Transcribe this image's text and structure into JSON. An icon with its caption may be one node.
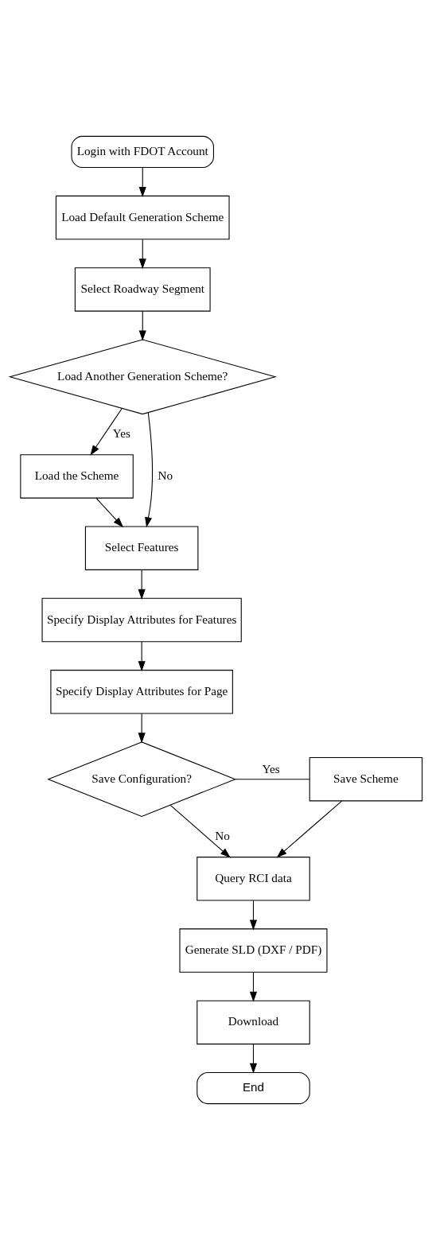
{
  "diagram": {
    "nodes": [
      {
        "text": [
          "Login with FDOT Account"
        ]
      },
      {
        "text": [
          "Load Default Generation Scheme"
        ]
      },
      {
        "text": [
          "Select Roadway Segment"
        ]
      },
      {
        "text": [
          "Load Another Generation Scheme?"
        ]
      },
      {
        "text": [
          "Load the Scheme"
        ]
      },
      {
        "text": [
          "Select Features"
        ]
      },
      {
        "text": [
          "Specify Display Attributes for Features"
        ]
      },
      {
        "text": [
          "Specify Display Attributes for Page"
        ]
      },
      {
        "text": [
          "Save Configuration?"
        ]
      },
      {
        "text": [
          "Save Scheme"
        ]
      },
      {
        "text": [
          "Query RCI data"
        ]
      },
      {
        "text": [
          "Generate SLD (DXF / PDF)"
        ]
      },
      {
        "text": [
          "Download"
        ]
      },
      {
        "text": [
          "End"
        ]
      }
    ],
    "edges": [
      {
        "from": 0,
        "to": 1,
        "arrow": "to"
      },
      {
        "from": 1,
        "to": 2,
        "arrow": "to"
      },
      {
        "from": 2,
        "to": 3,
        "arrow": "to"
      },
      {
        "from": 3,
        "to": 4,
        "arrow": "to",
        "label": "Yes"
      },
      {
        "from": 3,
        "to": 5,
        "arrow": "to",
        "label": "No"
      },
      {
        "from": 4,
        "to": 5,
        "arrow": "to"
      },
      {
        "from": 5,
        "to": 6,
        "arrow": "to"
      },
      {
        "from": 6,
        "to": 7,
        "arrow": "to"
      },
      {
        "from": 7,
        "to": 8,
        "arrow": "to"
      },
      {
        "from": 8,
        "to": 9,
        "arrow": "none",
        "label": "Yes"
      },
      {
        "from": 8,
        "to": 10,
        "arrow": "to",
        "label": "No"
      },
      {
        "from": 9,
        "to": 10,
        "arrow": "to"
      },
      {
        "from": 10,
        "to": 11,
        "arrow": "to"
      },
      {
        "from": 11,
        "to": 12,
        "arrow": "to"
      },
      {
        "from": 12,
        "to": 13,
        "arrow": "to"
      }
    ]
  }
}
